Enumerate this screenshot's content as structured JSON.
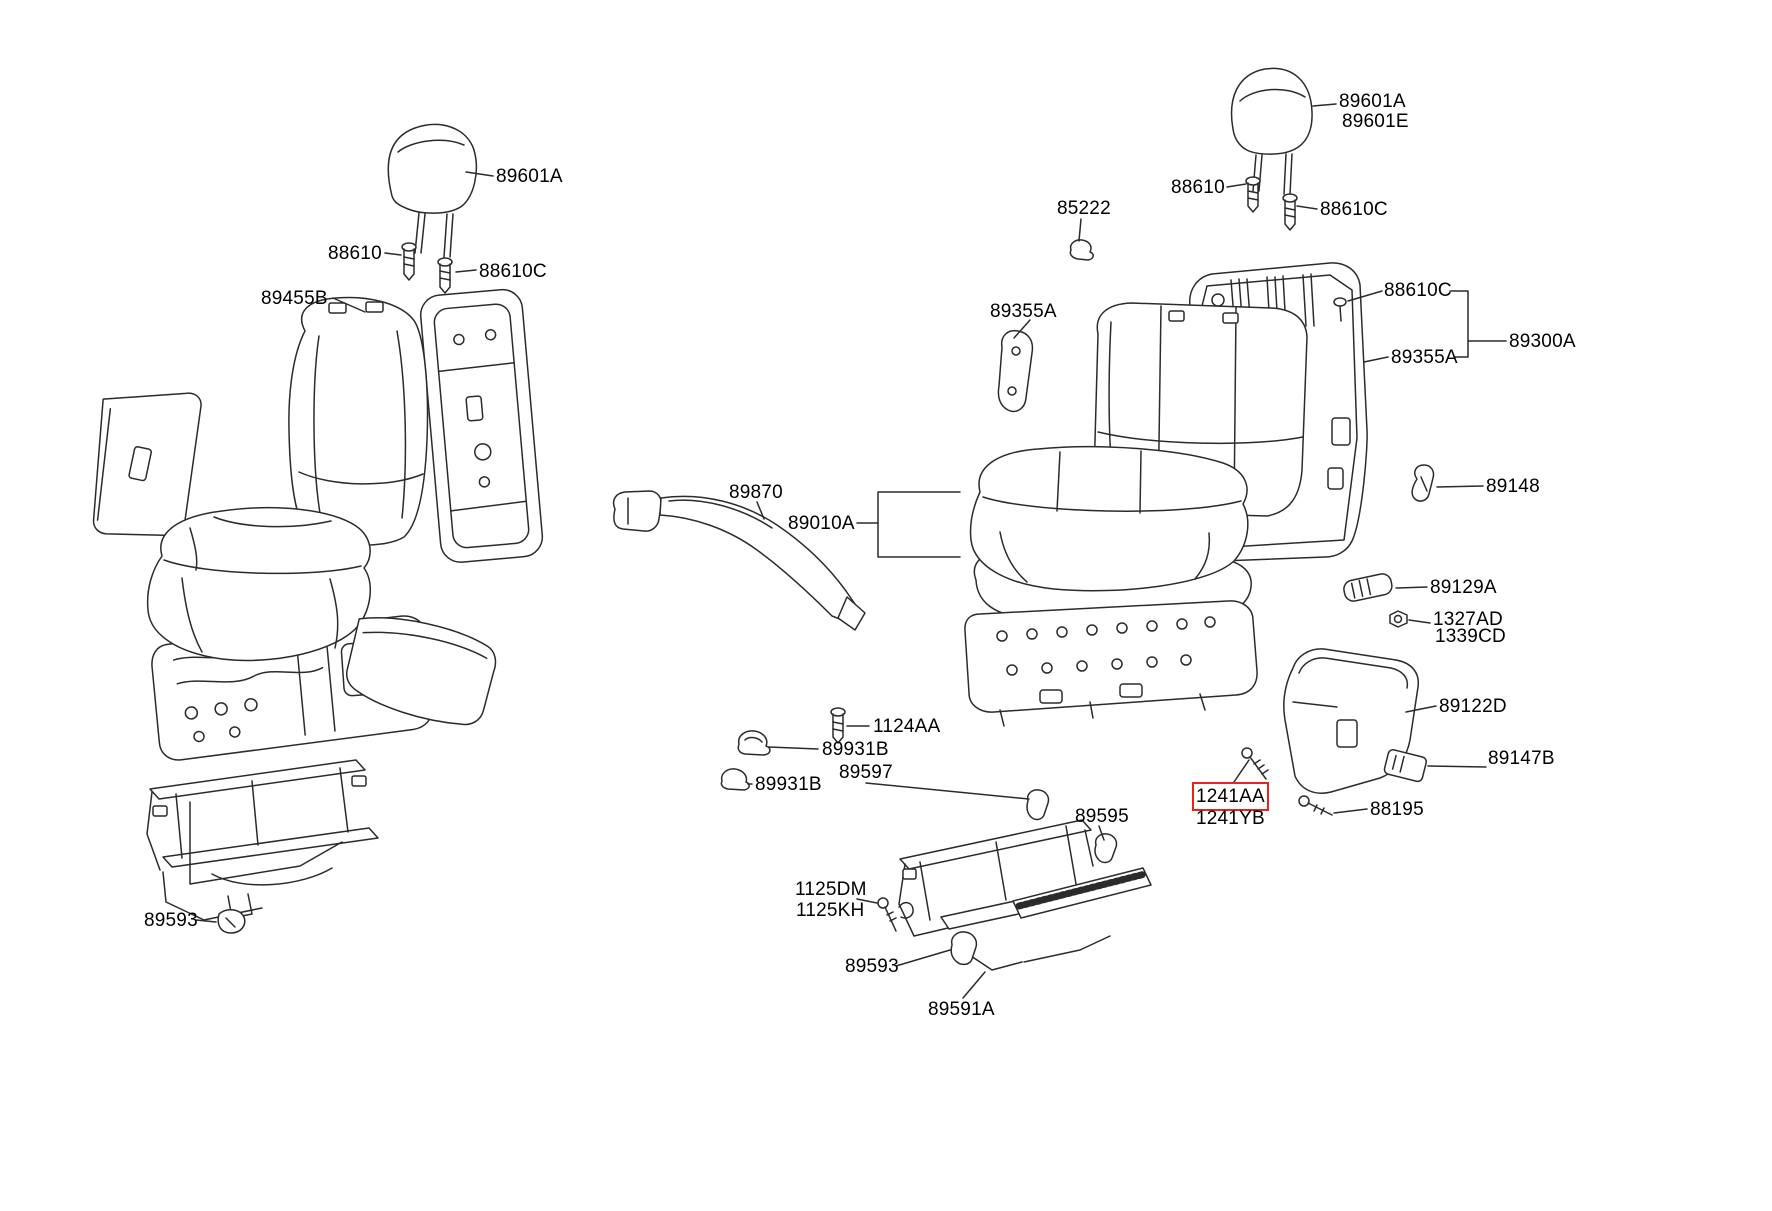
{
  "document": {
    "type": "exploded-parts-diagram",
    "subject": "Front and rear seat assemblies",
    "highlighted_part": "1241AA"
  },
  "colors": {
    "background": "#ffffff",
    "line": "#2b2b2b",
    "text": "#000000",
    "highlight": "#e8231e"
  },
  "labels": {
    "front_headrest": "89601A",
    "front_bolt_88610": "88610",
    "front_bolt_88610c": "88610C",
    "front_seatback": "89455B",
    "front_clip_89593": "89593",
    "rear_headrest_a": "89601A",
    "rear_headrest_e": "89601E",
    "rear_bolt_88610": "88610",
    "rear_bolt_88610c": "88610C",
    "rear_clip_85222": "85222",
    "rear_side_panel_left": "89355A",
    "rear_bolt_88610c_right": "88610C",
    "rear_back_assembly": "89300A",
    "rear_side_panel_right": "89355A",
    "rear_bracket_89148": "89148",
    "seat_belt": "89870",
    "rear_cushion_assembly": "89010A",
    "part_89129a": "89129A",
    "nut_1327ad": "1327AD",
    "nut_1339cd": "1339CD",
    "side_shield_89122d": "89122D",
    "bolt_1124aa": "1124AA",
    "clip_89931b_upper": "89931B",
    "clip_89931b_lower": "89931B",
    "clip_89597": "89597",
    "clip_89595": "89595",
    "screw_1241aa": "1241AA",
    "screw_1241yb": "1241YB",
    "screw_88195": "88195",
    "bracket_89147b": "89147B",
    "bolt_1125dm": "1125DM",
    "bolt_1125kh": "1125KH",
    "rear_clip_89593": "89593",
    "rail_89591a": "89591A"
  }
}
